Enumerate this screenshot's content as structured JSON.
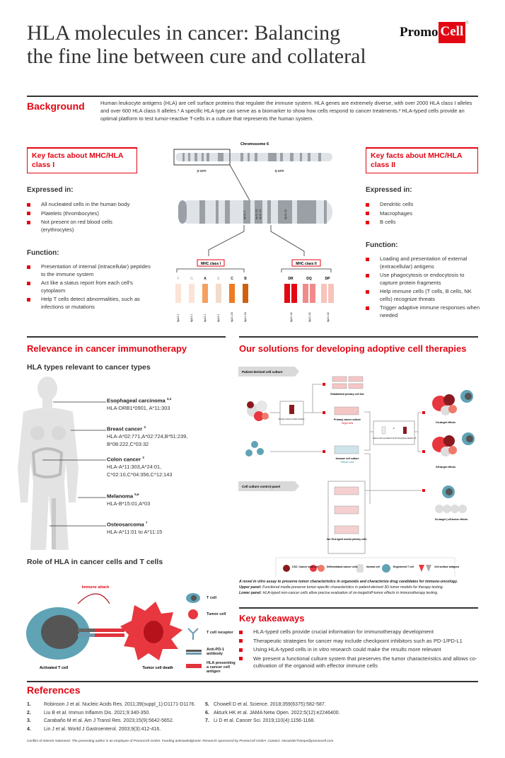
{
  "header": {
    "title_line1": "HLA molecules in cancer: Balancing",
    "title_line2": "the fine line between cure and collateral",
    "logo_text1": "Promo",
    "logo_text2": "Cell",
    "logo_mark": "®"
  },
  "background": {
    "heading": "Background",
    "text": "Human leukocyte antigens (HLA) are cell surface proteins that regulate the immune system. HLA genes are extremely diverse, with over 2000 HLA class I alleles and over 600 HLA class II alleles.¹ A specific HLA type can serve as a biomarker to show how cells respond to cancer treatments.² HLA-typed cells provide an optimal platform to test tumor-reactive T-cells in a culture that represents the human system."
  },
  "class1": {
    "title": "Key facts about MHC/HLA class I",
    "expressed_heading": "Expressed in:",
    "expressed": [
      "All nucleated cells in the human body",
      "Platelets (thrombocytes)",
      "Not present on red blood cells (erythrocytes)"
    ],
    "function_heading": "Function:",
    "function": [
      "Presentation of internal (intracellular) peptides to the immune system",
      "Act like a status report from each cell's cytoplasm",
      "Help T cells detect abnormalities, such as infections or mutations"
    ]
  },
  "class2": {
    "title": "Key facts about MHC/HLA class II",
    "expressed_heading": "Expressed in:",
    "expressed": [
      "Dendritic cells",
      "Macrophages",
      "B cells"
    ],
    "function_heading": "Function:",
    "function": [
      "Loading and presentation of external (extracellular) antigens",
      "Use phagocytosis or endocytosis to capture protein fragments",
      "Help immune cells (T cells, B cells, NK cells) recognize threats",
      "Trigger adaptive immune responses when needed"
    ]
  },
  "chromosome": {
    "title": "Chromosome 6",
    "p_arm": "p-arm",
    "q_arm": "q-arm",
    "bands": [
      "6p22.1",
      "6p21.33",
      "6p21.32",
      "6p21.31"
    ],
    "mhc1_label": "MHC class I",
    "mhc2_label": "MHC class II",
    "mhc1_genes": [
      {
        "name": "F",
        "band": "6p22.1",
        "color": "#fbe3d6"
      },
      {
        "name": "G",
        "band": "6p22.1",
        "color": "#fbe3d6"
      },
      {
        "name": "A",
        "band": "6p22.1",
        "color": "#f4a060"
      },
      {
        "name": "E",
        "band": "6p22.1",
        "color": "#f2dccb"
      },
      {
        "name": "C",
        "band": "6p21.33",
        "color": "#ee7a22"
      },
      {
        "name": "B",
        "band": "6p21.33",
        "color": "#d0600f"
      }
    ],
    "mhc2_genes": [
      {
        "name": "DR",
        "band": "6p21.32",
        "color": "#e30613"
      },
      {
        "name": "DQ",
        "band": "6p21.32",
        "color": "#f08b8b"
      },
      {
        "name": "DP",
        "band": "6p21.32",
        "color": "#f7c3bb"
      }
    ]
  },
  "relevance": {
    "heading": "Relevance in cancer immunotherapy",
    "subheading": "HLA types relevant to cancer types",
    "cancers": [
      {
        "name": "Esophageal carcinoma",
        "refs": "3,4",
        "hla": "HLA-DRB1*0901, A*11:303"
      },
      {
        "name": "Breast cancer",
        "refs": "3",
        "hla": "HLA-A*02:771,A*02:724,B*51:239, B*08:222,C*03:32"
      },
      {
        "name": "Colon cancer",
        "refs": "3",
        "hla": "HLA-A*11:303,A*24:01, C*02:10,C*04:356,C*12:143"
      },
      {
        "name": "Melanoma",
        "refs": "5,6",
        "hla": "HLA-B*15:01,A*03"
      },
      {
        "name": "Osteosarcoma",
        "refs": "7",
        "hla": "HLA-A*11:01 to A*11:15"
      }
    ],
    "role_heading": "Role of HLA in cancer cells and T cells",
    "immune_attack": "Immune attack",
    "activated_t_cell": "Activated T cell",
    "tumor_cell_death": "Tumor cell death",
    "legend": [
      "T cell",
      "Tumor cell",
      "T cell receptor",
      "Anti-PD-1 antibody",
      "HLA presenting a cancer cell antigen"
    ]
  },
  "solutions": {
    "heading": "Our solutions for developing adoptive cell therapies",
    "panel_upper": "Patient-derived cell culture",
    "panel_lower": "Cell culture control panel",
    "kit": "Primary Cancer Culture System",
    "established": "Established primary cell line",
    "primary_culture": "Primary cancer culture",
    "target_cells": "Target cells",
    "immune_culture": "Immune cell culture",
    "effector_cells": "Effector cells",
    "or": "or",
    "medium1": "Cancer Cell Line Medium M",
    "medium2": "3D Tumorsphere Medium XF",
    "on_target": "On-target effects",
    "off_target": "Off-target effects",
    "on_target_off_tumor": "On-target | off-tumor effects",
    "normal_cells": "Our HLA-typed normal primary cells",
    "legend": [
      "CSC: Cancer stem cell",
      "Differentiated cancer cells",
      "Normal cell",
      "Engineered T cell",
      "Cell surface antigens"
    ],
    "caption_title": "A novel in vitro assay to preserve tumor characteristics in organoids and characterize drug candidates for immuno-oncology.",
    "caption_upper_label": "Upper panel:",
    "caption_upper": "Functional media preserve tumor-specific characteristics in patient-derived 3D tumor models for therapy testing.",
    "caption_lower_label": "Lower panel:",
    "caption_lower": "HLA-typed non-cancer cells allow precise evaluation of on-target/off-tumor effects in immunotherapy testing."
  },
  "takeaways": {
    "heading": "Key takeaways",
    "items": [
      "HLA-typed cells provide crucial information for immunotherapy development",
      "Therapeutic strategies for cancer may include checkpoint inhibitors such as PD-1/PD-L1",
      "Using HLA-typed cells in in vitro research could make the results more relevant",
      "We present a functional culture system that preserves the tumor characteristics and allows co-cultivation of the organoid with effector immune cells"
    ]
  },
  "references": {
    "heading": "References",
    "items": [
      {
        "n": "1.",
        "t": "Robinson J et al. Nucleic Acids Res. 2011;39(suppl_1):D1171-D1176."
      },
      {
        "n": "2.",
        "t": "Liu B et al. Immun Inflamm Dis. 2021;9:340-350."
      },
      {
        "n": "3.",
        "t": "Carabaño M et al. Am J Transl Res. 2023;15(9):5642-5652."
      },
      {
        "n": "4.",
        "t": "Lin J et al. World J Gastroenterol. 2003;9(3):412-416."
      },
      {
        "n": "5.",
        "t": "Chowell D et al. Science. 2018;359(6375):582-587."
      },
      {
        "n": "6.",
        "t": "Akturk HK et al. JAMA Netw Open. 2022;5(12):e2246400."
      },
      {
        "n": "7.",
        "t": "Li D et al. Cancer Sci. 2019;110(4):1156-1168."
      }
    ]
  },
  "footer": "Conflict of interest statement: The presenting author is an employee of PromoCell GmbH. Funding acknowledgment: Research sponsored by PromoCell GmbH. Contact: AlexanderTrampe@promocell.com"
}
